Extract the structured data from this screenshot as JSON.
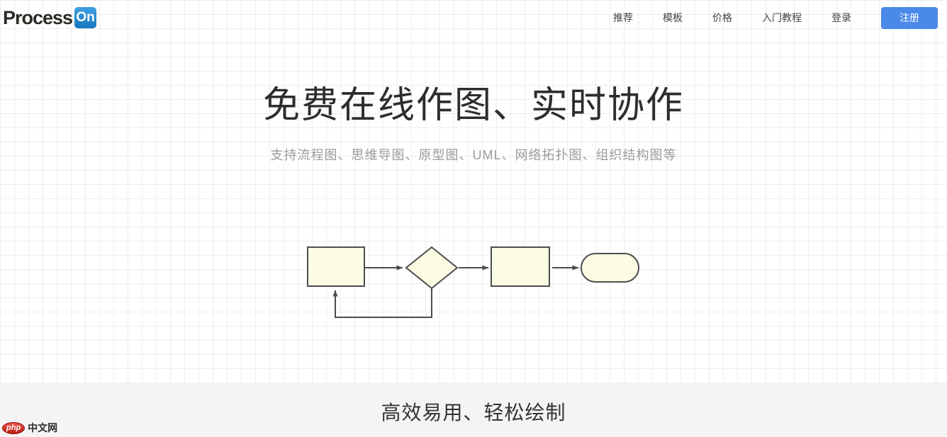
{
  "header": {
    "logo": {
      "text": "Process",
      "badge": "On"
    },
    "nav_items": [
      {
        "label": "推荐"
      },
      {
        "label": "模板"
      },
      {
        "label": "价格"
      },
      {
        "label": "入门教程"
      },
      {
        "label": "登录"
      }
    ],
    "register_button": "注册"
  },
  "hero": {
    "title": "免费在线作图、实时协作",
    "subtitle": "支持流程图、思维导图、原型图、UML、网络拓扑图、组织结构图等"
  },
  "flowchart": {
    "description": "sample flow: process -> decision -> process -> terminator with feedback loop",
    "shape_fill": "#fcfce4",
    "shape_stroke": "#4d4d4d"
  },
  "footer": {
    "title": "高效易用、轻松绘制"
  },
  "watermark": {
    "badge": "php",
    "text": "中文网"
  },
  "colors": {
    "accent_blue": "#4a89e8",
    "logo_badge_top": "#3fa0e1",
    "logo_badge_bottom": "#1678bf",
    "footer_bg": "#f4f4f4",
    "grid_line": "#ededf0",
    "watermark_red": "#d52b20"
  }
}
